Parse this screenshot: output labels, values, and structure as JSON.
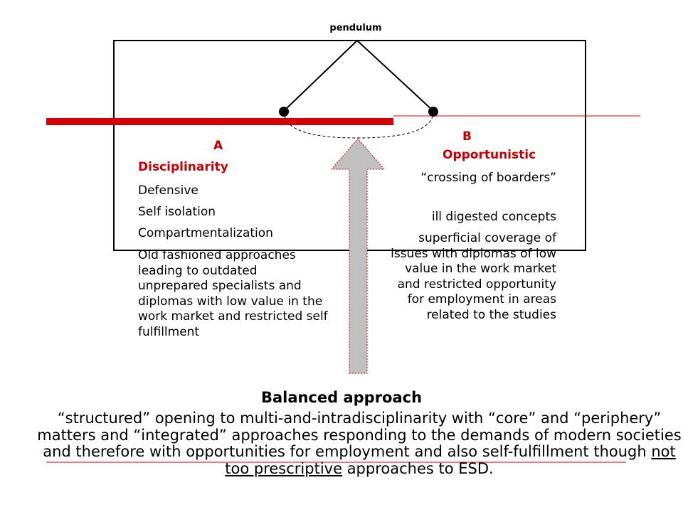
{
  "pendulum_label": "pendulum",
  "left": {
    "letter": "A",
    "heading": "Disciplinarity",
    "items": [
      "Defensive",
      "Self isolation",
      "Compartmentalization"
    ],
    "long_text": "Old fashioned approaches leading to outdated unprepared specialists and diplomas with low value in the work market and restricted self fulfillment"
  },
  "right": {
    "letter": "B",
    "heading": "Opportunistic",
    "items": [
      "“crossing of boarders”",
      "ill digested concepts"
    ],
    "long_text": "superficial coverage of issues with diplomas of low value in the work market and restricted opportunity for employment in areas related to the studies"
  },
  "bottom": {
    "title": "Balanced approach",
    "paragraph_main": "“structured” opening to multi-and-intradisciplinarity with “core” and “periphery” matters and “integrated” approaches responding to the demands of modern societies and therefore with opportunities for employment and also self-fulfillment though ",
    "paragraph_underlined": "not too prescriptive",
    "paragraph_end": " approaches to ESD."
  },
  "colors": {
    "accent_red": "#cc0000",
    "line_red": "#d60000",
    "arrow_fill": "#c0c0c0"
  }
}
